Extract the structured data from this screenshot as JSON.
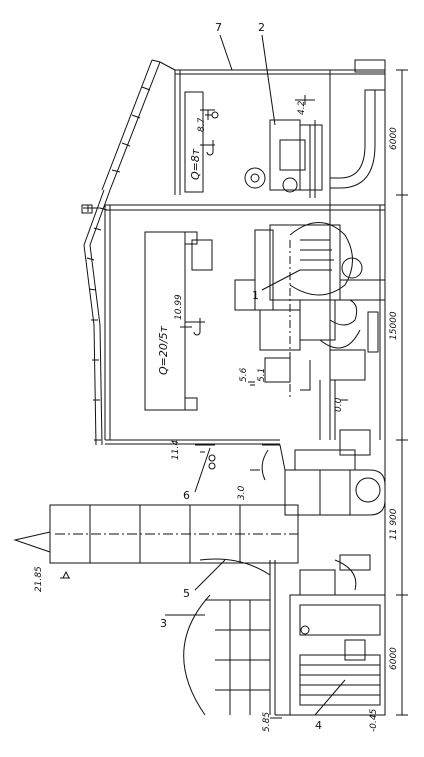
{
  "callouts": {
    "c1": "1",
    "c2": "2",
    "c3": "3",
    "c4": "4",
    "c5": "5",
    "c6": "6",
    "c7": "7"
  },
  "crane_capacity": {
    "small": "Q=8т",
    "large": "Q=20/5т"
  },
  "elevations": {
    "stack_top": "21.85",
    "crane_rail_small": "8.7",
    "roof_small": "4.2",
    "crane_rail_large": "10.99",
    "mid_a": "5.6",
    "mid_b": "5.1",
    "floor_right": "0.0",
    "left_top": "11.4",
    "left_mid": "3.0",
    "left_low": "5.85",
    "left_base": "-0.45"
  },
  "dimensions": {
    "span_right": "6000",
    "span_main": "15000",
    "span_mid": "11 900",
    "span_left": "6000"
  }
}
